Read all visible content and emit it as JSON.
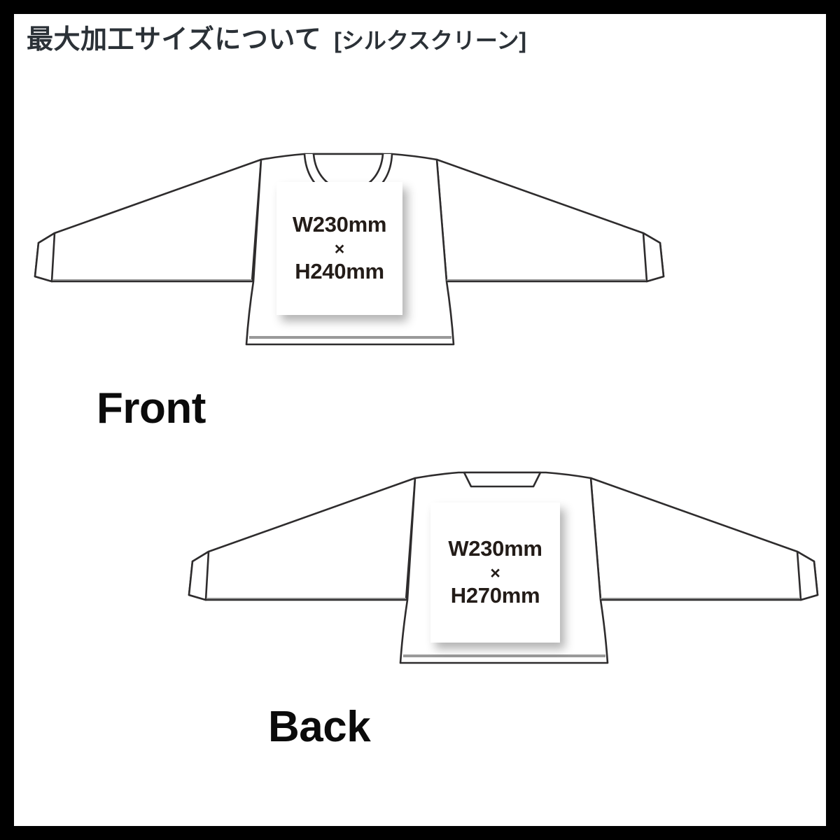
{
  "page": {
    "border_color": "#000000",
    "background_color": "#ffffff"
  },
  "header": {
    "title_main": "最大加工サイズについて",
    "title_bracket": "[シルクスクリーン]",
    "title_color": "#2b3137"
  },
  "views": [
    {
      "id": "front",
      "label": "Front",
      "garment": "crewneck-sweatshirt",
      "print_area": {
        "width_label": "W230mm",
        "separator": "×",
        "height_label": "H240mm",
        "width_mm": 230,
        "height_mm": 240
      }
    },
    {
      "id": "back",
      "label": "Back",
      "garment": "crewneck-sweatshirt",
      "print_area": {
        "width_label": "W230mm",
        "separator": "×",
        "height_label": "H270mm",
        "width_mm": 230,
        "height_mm": 270
      }
    }
  ],
  "colors": {
    "outline": "#2e2c2d",
    "hem_rib": "#9a9a9a",
    "print_box_text": "#231c18",
    "label_text": "#0b0b0b"
  }
}
